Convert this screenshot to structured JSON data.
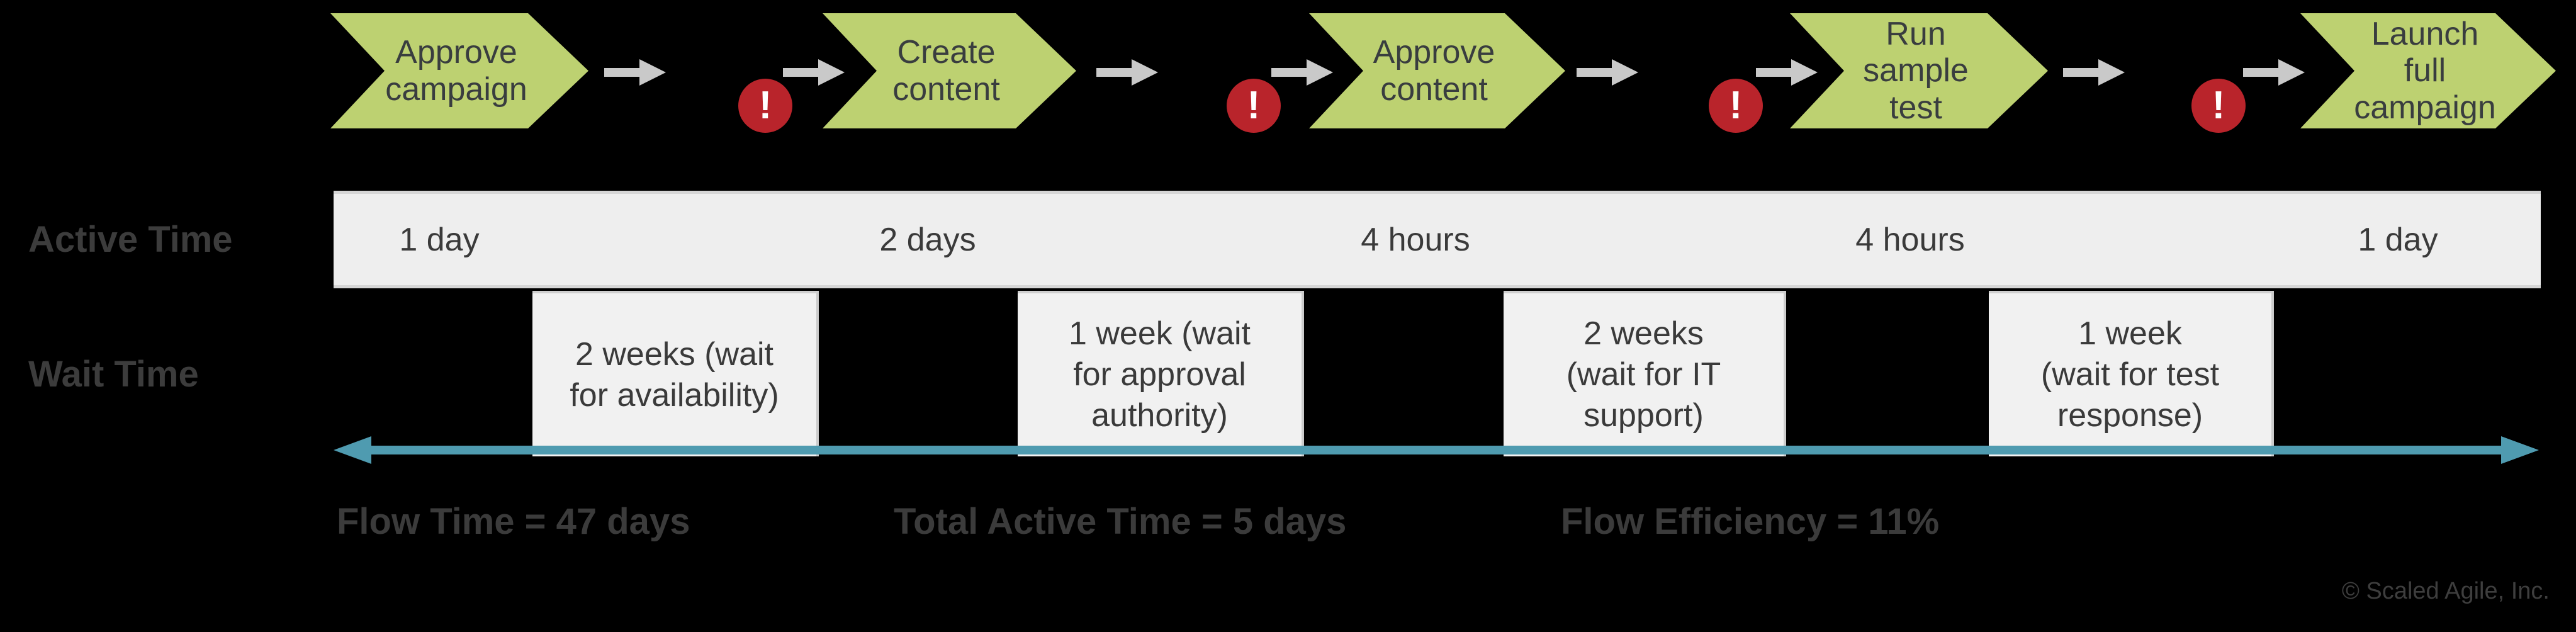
{
  "colors": {
    "background": "#000000",
    "step_green": "#bdd171",
    "step_text": "#393d3f",
    "connector_gray": "#c9c9c9",
    "blocker_red": "#b9242b",
    "active_bar_gray": "#eeeeee",
    "wait_box_gray": "#f1f1f1",
    "timeline_teal": "#4f9bb0",
    "label_dark": "#3c3c3c"
  },
  "steps": [
    {
      "label": "Approve\ncampaign"
    },
    {
      "label": "Create\ncontent"
    },
    {
      "label": "Approve\ncontent"
    },
    {
      "label": "Run\nsample\ntest"
    },
    {
      "label": "Launch full\ncampaign"
    }
  ],
  "blocker": {
    "glyph": "!"
  },
  "rows": {
    "active_label": "Active Time",
    "wait_label": "Wait Time"
  },
  "active_segments": [
    "1 day",
    "2 days",
    "4 hours",
    "4 hours",
    "1 day"
  ],
  "wait_segments": [
    "2 weeks (wait\nfor availability)",
    "1 week (wait\nfor approval\nauthority)",
    "2 weeks\n(wait for IT\nsupport)",
    "1 week\n(wait for test\nresponse)"
  ],
  "metrics": {
    "flow_time": "Flow Time = 47 days",
    "total_active": "Total Active Time = 5 days",
    "flow_efficiency": "Flow Efficiency = 11%"
  },
  "footer": {
    "copyright": "© Scaled Agile, Inc."
  }
}
